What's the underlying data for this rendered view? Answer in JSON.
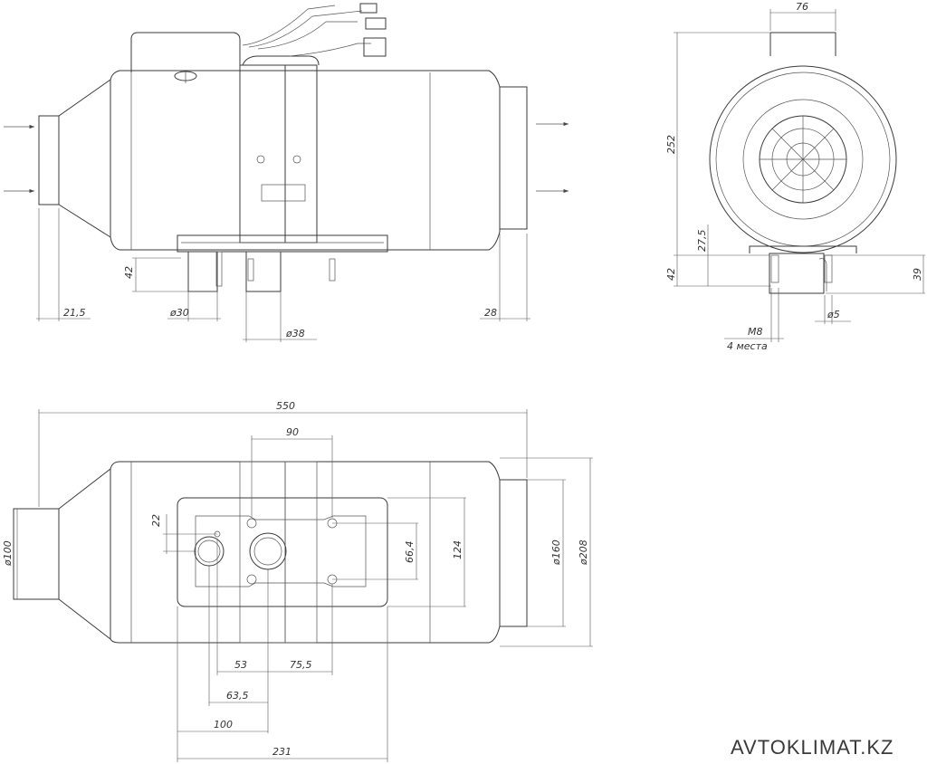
{
  "watermark": "AVTOKLIMAT.KZ",
  "side_view": {
    "dims": {
      "h42": "42",
      "d215": "21,5",
      "d30": "ø30",
      "d38": "ø38",
      "d28": "28"
    }
  },
  "end_view": {
    "dims": {
      "w76": "76",
      "h252": "252",
      "h275": "27,5",
      "h42": "42",
      "h39": "39",
      "d5": "ø5",
      "m8": "M8",
      "m8_note": "4 места"
    }
  },
  "top_view": {
    "dims": {
      "l550": "550",
      "w90": "90",
      "h22": "22",
      "d100": "ø100",
      "v664": "66,4",
      "v124": "124",
      "d160": "ø160",
      "d208": "ø208",
      "d53": "53",
      "d755": "75,5",
      "d635": "63,5",
      "d100b": "100",
      "d231": "231"
    }
  }
}
